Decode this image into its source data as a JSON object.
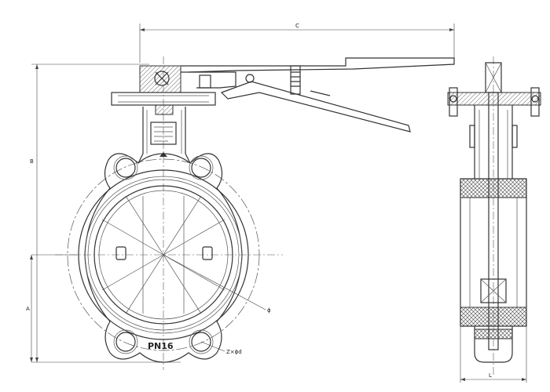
{
  "labels": {
    "overall_width": "C",
    "overall_height": "B",
    "lower_height": "A",
    "bore_diameter": "ϕ",
    "bolt_holes": "Z×ϕd",
    "body_width": "L",
    "pressure_rating": "PN16"
  },
  "colors": {
    "line": "#333333",
    "background": "#ffffff"
  }
}
